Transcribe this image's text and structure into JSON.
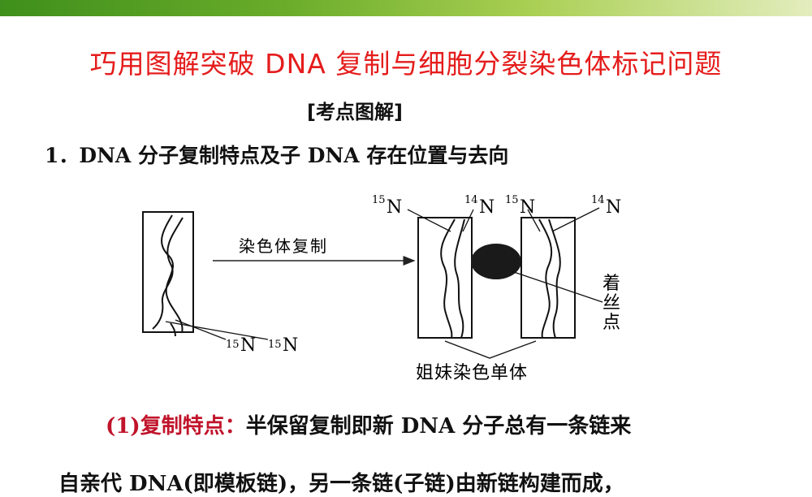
{
  "slide": {
    "title": "巧用图解突破 DNA 复制与细胞分裂染色体标记问题",
    "subheading": "[考点图解]",
    "point1": "1．DNA 分子复制特点及子 DNA 存在位置与去向",
    "colors": {
      "title": "#e51c1c",
      "label": "#c0142b",
      "topbar": "#6aac2a"
    }
  },
  "figure": {
    "arrow_label": "染色体复制",
    "parent_labels": {
      "left_iso": "15",
      "left_el": "N",
      "right_iso": "15",
      "right_el": "N"
    },
    "top_labels": [
      {
        "iso": "15",
        "el": "N"
      },
      {
        "iso": "14",
        "el": "N"
      },
      {
        "iso": "15",
        "el": "N"
      },
      {
        "iso": "14",
        "el": "N"
      }
    ],
    "centromere_label": [
      "着",
      "丝",
      "点"
    ],
    "sisters_label": "姐妹染色单体"
  },
  "paragraph": {
    "label": "(1)复制特点：",
    "text": "半保留复制即新 DNA 分子总有一条链来",
    "line2": "自亲代 DNA(即模板链)，另一条链(子链)由新链构建而成，"
  }
}
